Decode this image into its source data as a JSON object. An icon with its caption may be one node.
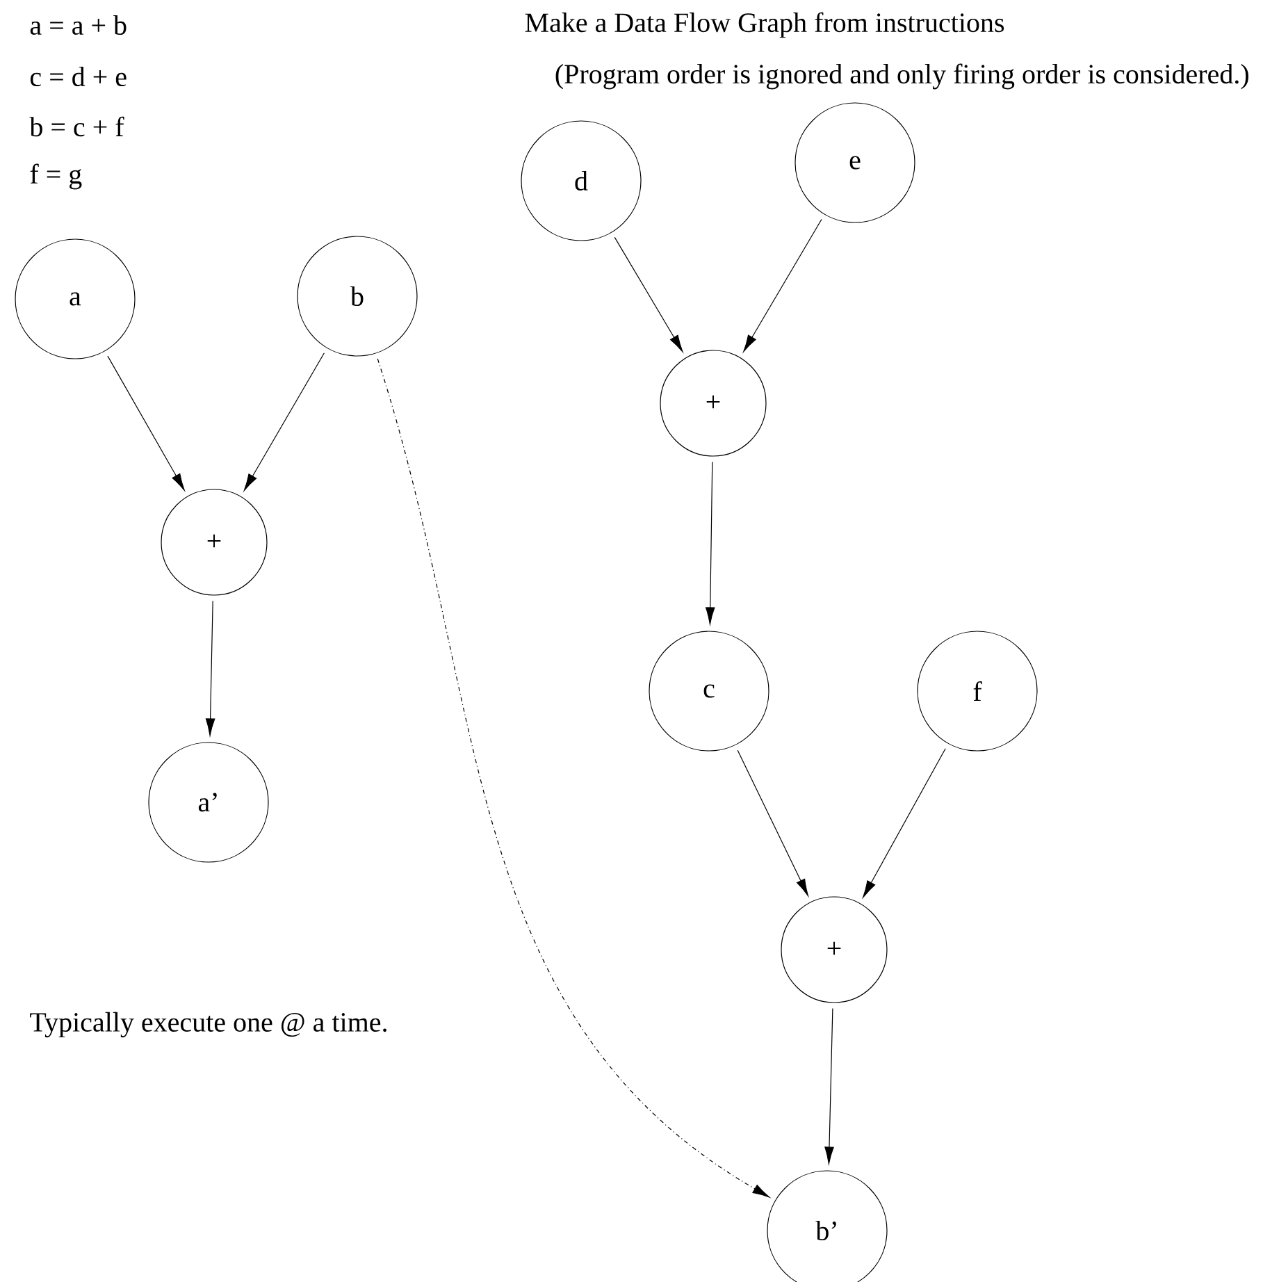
{
  "diagram": {
    "title": "Make a Data Flow Graph from instructions",
    "nodes": [
      {
        "text": [
          "d"
        ]
      },
      {
        "text": [
          "e"
        ]
      },
      {
        "text": [
          "a"
        ]
      },
      {
        "text": [
          "b"
        ]
      },
      {
        "text": [
          "+"
        ]
      },
      {
        "text": [
          "+"
        ]
      },
      {
        "text": [
          "a’"
        ]
      },
      {
        "text": [
          "c"
        ]
      },
      {
        "text": [
          "f"
        ]
      },
      {
        "text": [
          "+"
        ]
      },
      {
        "text": [
          "b’"
        ]
      }
    ],
    "edges": [
      {
        "from": 0,
        "to": 4,
        "arrow": "to"
      },
      {
        "from": 1,
        "to": 4,
        "arrow": "to"
      },
      {
        "from": 2,
        "to": 5,
        "arrow": "to"
      },
      {
        "from": 3,
        "to": 5,
        "arrow": "to"
      },
      {
        "from": 5,
        "to": 6,
        "arrow": "to"
      },
      {
        "from": 4,
        "to": 7,
        "arrow": "to"
      },
      {
        "from": 7,
        "to": 9,
        "arrow": "to"
      },
      {
        "from": 8,
        "to": 9,
        "arrow": "to"
      },
      {
        "from": 9,
        "to": 10,
        "arrow": "to"
      },
      {
        "from": 3,
        "to": 10,
        "arrow": "to",
        "style": "dashed"
      }
    ],
    "labels": [
      "a = a + b",
      "c = d + e",
      "(Program order is ignored and only firing order is considered.)",
      "b = c + f",
      "f = g",
      "Typically execute one @ a time."
    ]
  }
}
